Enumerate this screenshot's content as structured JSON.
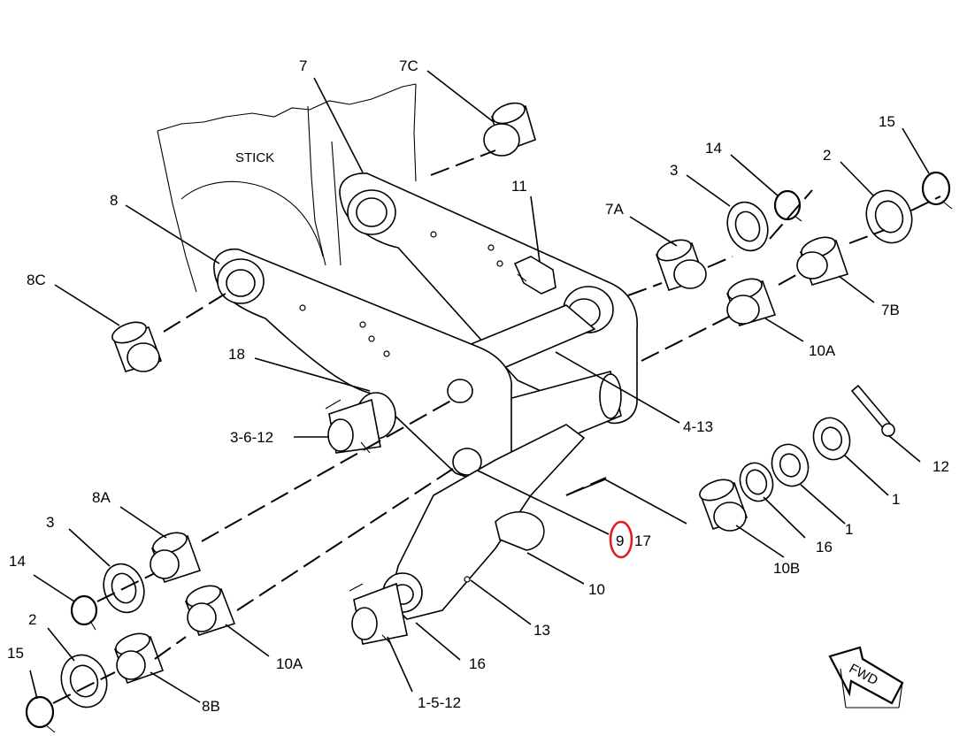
{
  "diagram": {
    "stick_label": "STICK",
    "fwd_label": "FWD",
    "highlight_color": "#e01e1e",
    "callouts": {
      "c7": "7",
      "c7C": "7C",
      "c11": "11",
      "c14_top": "14",
      "c15_top": "15",
      "c3_top": "3",
      "c2_top": "2",
      "c7A": "7A",
      "c8": "8",
      "c8C": "8C",
      "c7B": "7B",
      "c10A_right": "10A",
      "c18": "18",
      "c3_6_12": "3-6-12",
      "c4_13": "4-13",
      "c12": "12",
      "c1_upper": "1",
      "c1_lower": "1",
      "c16_right": "16",
      "c10B": "10B",
      "c9": "9",
      "c17": "17",
      "c10": "10",
      "c13": "13",
      "c16_bottom": "16",
      "c1_5_12": "1-5-12",
      "c8A": "8A",
      "c3_left": "3",
      "c14_left": "14",
      "c10A_left": "10A",
      "c2_left": "2",
      "c15_left": "15",
      "c8B": "8B"
    }
  }
}
